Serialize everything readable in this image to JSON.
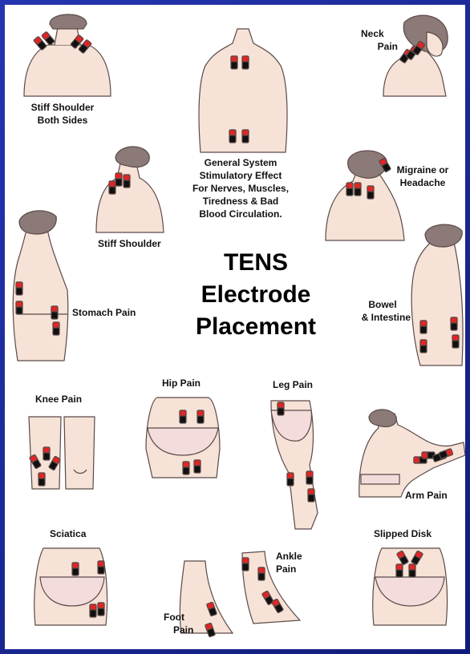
{
  "title": {
    "line1": "TENS",
    "line2": "Electrode",
    "line3": "Placement"
  },
  "labels": {
    "stiff_shoulder_both": [
      "Stiff Shoulder",
      "Both Sides"
    ],
    "general": [
      "General System",
      "Stimulatory Effect",
      "For Nerves, Muscles,",
      "Tiredness & Bad",
      "Blood Circulation."
    ],
    "neck_pain": [
      "Neck",
      "Pain"
    ],
    "migraine": [
      "Migraine or",
      "Headache"
    ],
    "stiff_shoulder": "Stiff Shoulder",
    "stomach_pain": "Stomach Pain",
    "bowel": [
      "Bowel",
      "& Intestine"
    ],
    "knee_pain": "Knee Pain",
    "hip_pain": "Hip Pain",
    "leg_pain": "Leg Pain",
    "arm_pain": "Arm Pain",
    "sciatica": "Sciatica",
    "ankle_pain": [
      "Ankle",
      "Pain"
    ],
    "foot_pain": [
      "Foot",
      "Pain"
    ],
    "slipped_disk": "Slipped Disk"
  },
  "colors": {
    "frame": "#1c2b95",
    "skin": "#f6e2d6",
    "hair": "#8b7a78",
    "underwear": "#f4dcdc",
    "electrode_red": "#e32424",
    "electrode_black": "#111111"
  }
}
